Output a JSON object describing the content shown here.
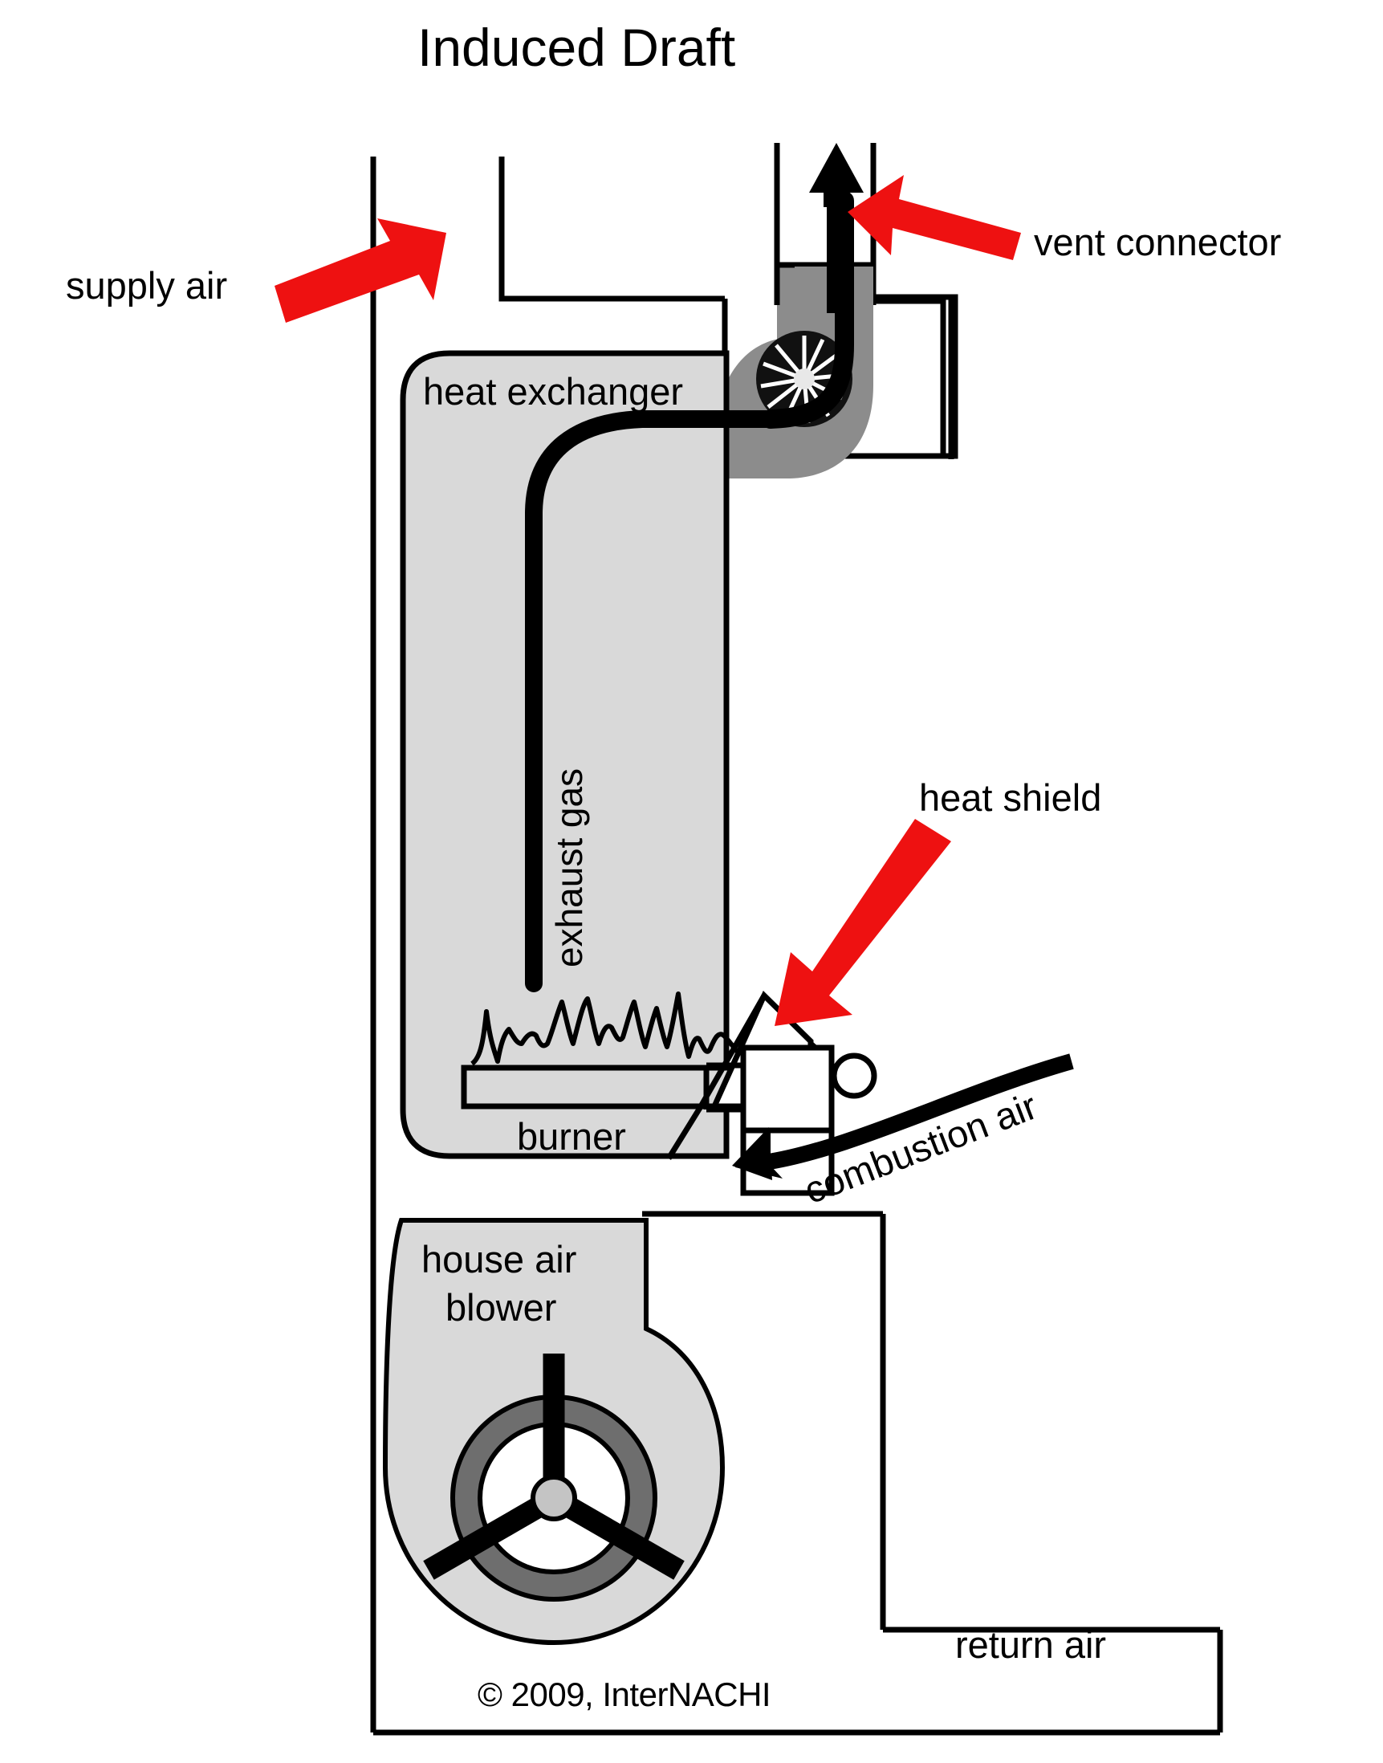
{
  "title": "Induced Draft",
  "copyright": "© 2009, InterNACHI",
  "labels": {
    "supply_air": "supply air",
    "vent_connector": "vent connector",
    "heat_exchanger": "heat exchanger",
    "exhaust_gas": "exhaust gas",
    "heat_shield": "heat shield",
    "burner": "burner",
    "combustion_air": "combustion air",
    "house_air_blower_line1": "house air",
    "house_air_blower_line2": "blower",
    "return_air": "return air"
  },
  "colors": {
    "outline": "#000000",
    "background": "#ffffff",
    "arrow_red": "#ee1111",
    "heat_exchanger_fill": "#d9d9d9",
    "blower_housing_fill": "#d9d9d9",
    "fan_scroll_fill": "#8c8c8c",
    "vent_fill": "#8c8c8c",
    "wheel_ring_fill": "#6e6e6e",
    "wheel_hub_fill": "#c4c4c4",
    "wheel_inner_fill": "#ffffff"
  },
  "components": [
    {
      "name": "vent-connector-pipe",
      "kind": "duct",
      "label": "vent connector"
    },
    {
      "name": "induced-draft-fan",
      "kind": "fan",
      "label": ""
    },
    {
      "name": "heat-exchanger",
      "kind": "chamber",
      "label": "heat exchanger"
    },
    {
      "name": "exhaust-gas-pipe",
      "kind": "pipe",
      "label": "exhaust gas"
    },
    {
      "name": "burner",
      "kind": "burner",
      "label": "burner"
    },
    {
      "name": "heat-shield",
      "kind": "shield",
      "label": "heat shield"
    },
    {
      "name": "gas-valve",
      "kind": "valve",
      "label": ""
    },
    {
      "name": "house-air-blower",
      "kind": "blower",
      "label": "house air blower"
    },
    {
      "name": "supply-air-plenum",
      "kind": "duct",
      "label": "supply air"
    },
    {
      "name": "return-air-opening",
      "kind": "duct",
      "label": "return air"
    }
  ],
  "arrows": [
    {
      "name": "supply-air-arrow",
      "color": "#ee1111",
      "direction": "up-right"
    },
    {
      "name": "vent-connector-arrow",
      "color": "#ee1111",
      "direction": "up-left"
    },
    {
      "name": "heat-shield-arrow",
      "color": "#ee1111",
      "direction": "down-left"
    },
    {
      "name": "exhaust-up-arrow",
      "color": "#000000",
      "direction": "up"
    },
    {
      "name": "combustion-air-arrow",
      "color": "#000000",
      "direction": "left"
    }
  ]
}
